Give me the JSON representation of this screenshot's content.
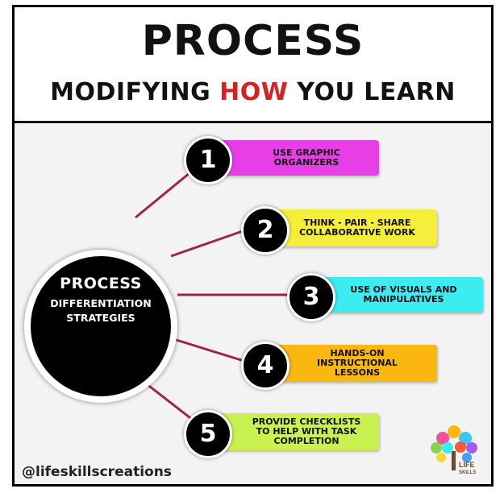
{
  "header": {
    "title": "PROCESS",
    "subtitle_before": "MODIFYING ",
    "subtitle_highlight": "HOW",
    "subtitle_after": " YOU LEARN"
  },
  "hub": {
    "title": "PROCESS",
    "line1": "DIFFERENTIATION",
    "line2": "STRATEGIES"
  },
  "strategies": [
    {
      "number": "1",
      "text": "USE GRAPHIC ORGANIZERS",
      "color": "#e83ee8"
    },
    {
      "number": "2",
      "text": "THINK - PAIR - SHARE COLLABORATIVE WORK",
      "color": "#f5ee3a"
    },
    {
      "number": "3",
      "text": "USE OF VISUALS AND MANIPULATIVES",
      "color": "#3cecf0"
    },
    {
      "number": "4",
      "text": "HANDS-ON INSTRUCTIONAL LESSONS",
      "color": "#fbb710"
    },
    {
      "number": "5",
      "text": "PROVIDE CHECKLISTS TO HELP WITH TASK COMPLETION",
      "color": "#c9f250"
    }
  ],
  "footer": {
    "handle": "@lifeskillscreations"
  },
  "logo": {
    "text_line1": "LIFE",
    "text_line2": "SKILLS"
  },
  "connector_color": "#a3243f"
}
